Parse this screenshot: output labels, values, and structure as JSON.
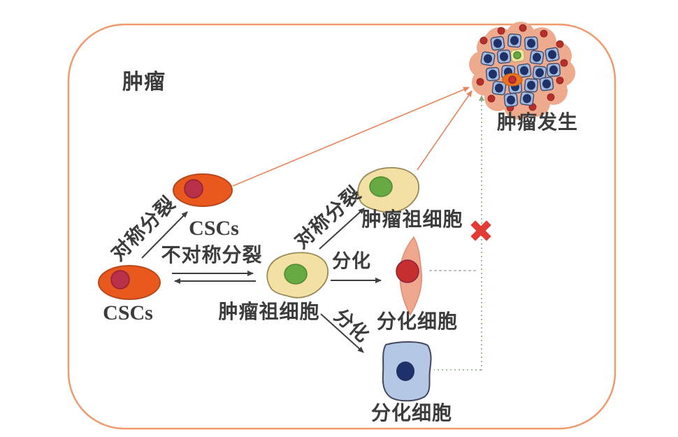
{
  "frame": {
    "label": "肿瘤"
  },
  "tumor_mass": {
    "label": "肿瘤发生"
  },
  "cells": {
    "csc_left": {
      "label": "CSCs"
    },
    "csc_top": {
      "label": "CSCs"
    },
    "progenitor_bottom": {
      "label": "肿瘤祖细胞"
    },
    "progenitor_top": {
      "label": "肿瘤祖细胞"
    },
    "differentiated_spindle": {
      "label": "分化细胞"
    },
    "differentiated_blue": {
      "label": "分化细胞"
    }
  },
  "arrows": {
    "symmetric_left": "对称分裂",
    "symmetric_right": "对称分裂",
    "asymmetric": "不对称分裂",
    "differentiation_mid": "分化",
    "differentiation_down": "分化"
  },
  "block_mark": "✖",
  "colors": {
    "frame_border": "#f09a6e",
    "csc_fill": "#e9581d",
    "csc_stroke": "#b8491c",
    "nucleus_red": "#b93148",
    "nucleus_red_stroke": "#8f2138",
    "progenitor_fill": "#f2e0a4",
    "progenitor_stroke": "#9a8a5a",
    "nucleus_green": "#67aa44",
    "nucleus_green_stroke": "#4b8a2e",
    "spindle_fill": "#efa78e",
    "spindle_stroke": "#dd8f75",
    "nucleus_crimson": "#c5302f",
    "blue_fill": "#b4c7e5",
    "blue_stroke": "#44485f",
    "nucleus_navy": "#1e3168",
    "mass_fill": "#edaa8c",
    "mass_cell_fill": "#a4badd",
    "mass_cell_stroke": "#3e4c74",
    "mass_dot": "#b5302c",
    "mass_orange": "#e8721d",
    "mass_yellow": "#f1e3a3",
    "arrow_black": "#3f3f3f",
    "arrow_orange": "#e8845c",
    "dotted_green": "#8cab84",
    "dashed_gray": "#9b9b9b",
    "text": "#3c3c3c",
    "x_red": "#e23b35"
  }
}
